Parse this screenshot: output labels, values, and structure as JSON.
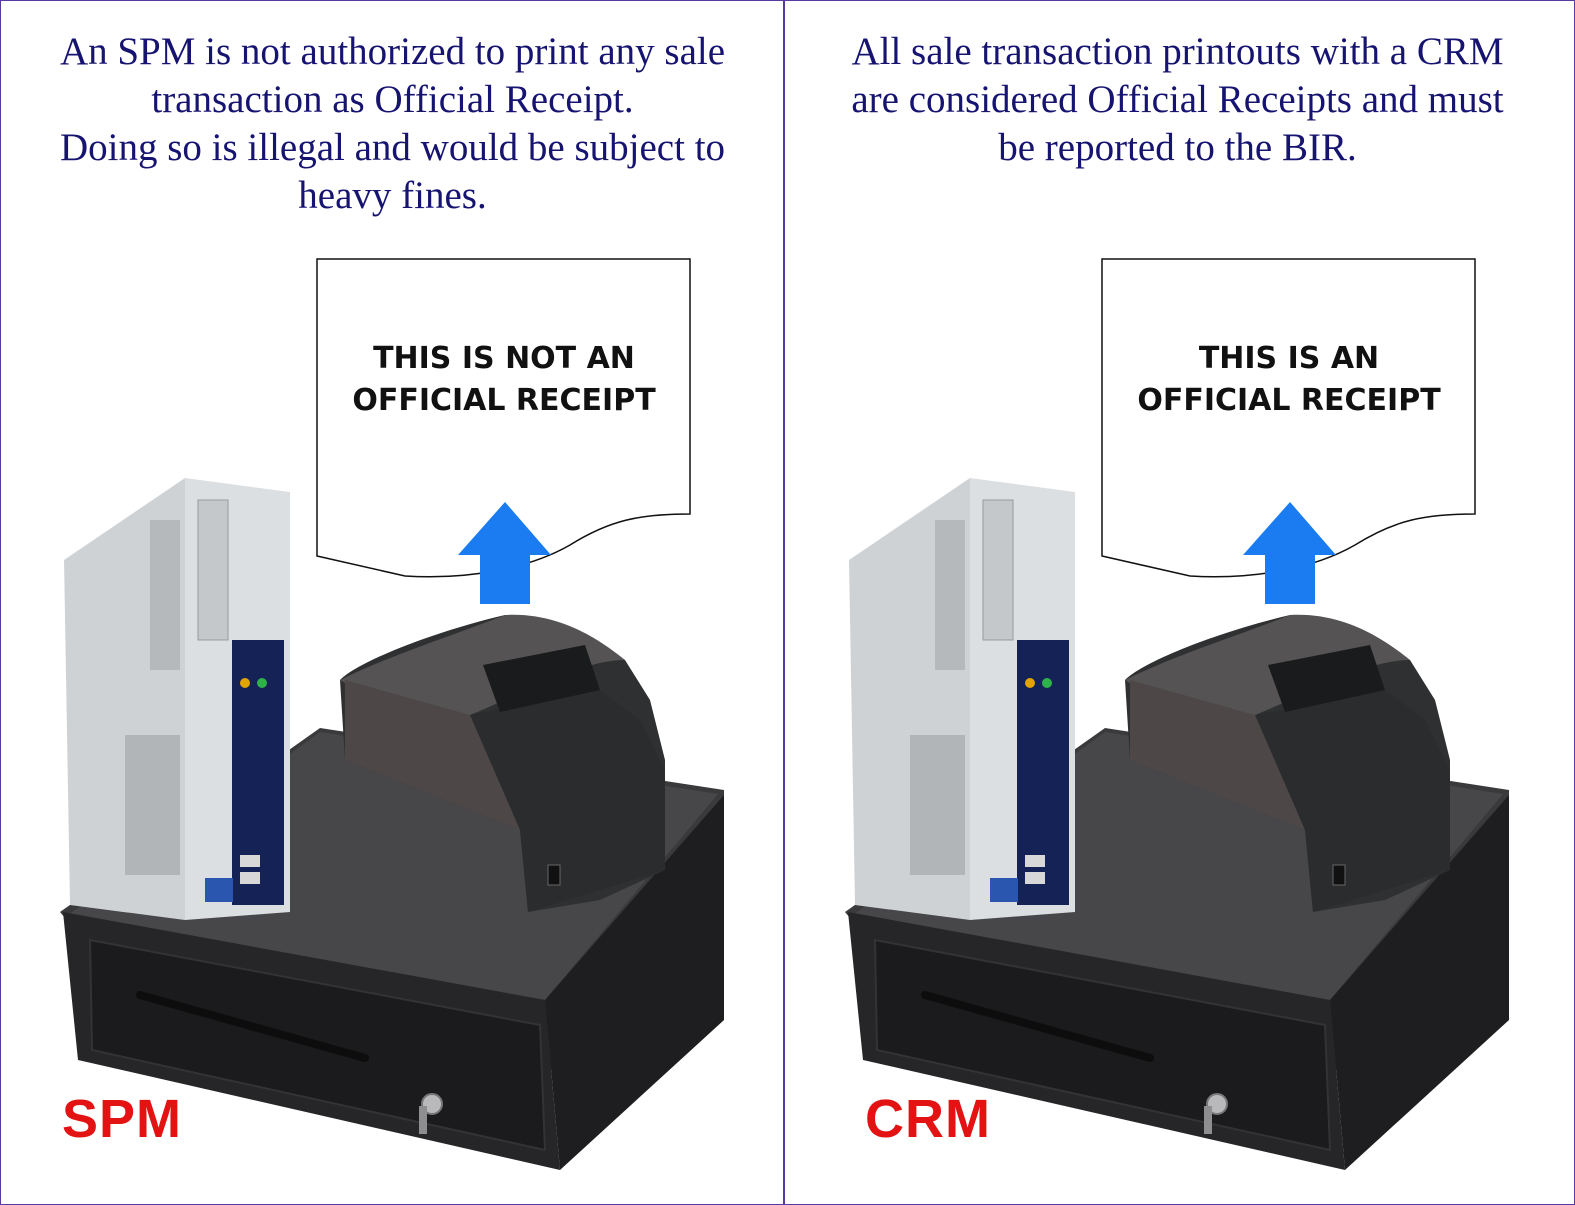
{
  "panels": [
    {
      "id": "spm",
      "lines": [
        "An SPM is not authorized to print any sale",
        "transaction as Official Receipt.",
        "Doing so is illegal and would be subject to",
        "heavy fines."
      ],
      "receipt": [
        "THIS IS NOT AN",
        "OFFICIAL RECEIPT"
      ],
      "label": "SPM"
    },
    {
      "id": "crm",
      "lines": [
        "All sale transaction printouts with a CRM",
        "are considered Official Receipts and must",
        "be reported to the BIR."
      ],
      "receipt": [
        "THIS IS AN",
        "OFFICIAL RECEIPT"
      ],
      "label": "CRM"
    }
  ],
  "colors": {
    "text": "#161470",
    "label": "#e31313",
    "arrow": "#1a7cf0",
    "border": "#5a3aa0"
  },
  "icons": [
    "receipt-paper-icon",
    "up-arrow-icon",
    "desktop-computer-icon",
    "receipt-printer-icon",
    "cash-drawer-icon",
    "key-icon"
  ]
}
